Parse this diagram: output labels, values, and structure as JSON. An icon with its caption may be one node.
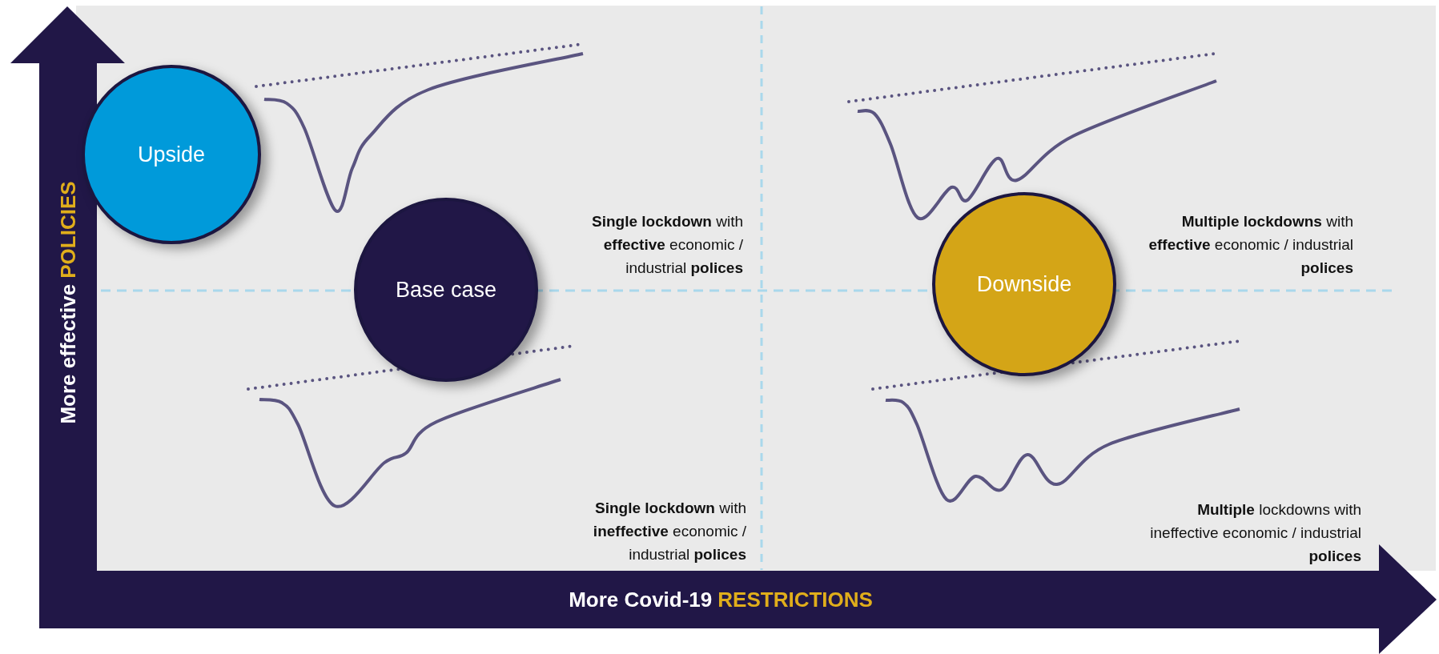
{
  "diagram": {
    "nodes": [
      {
        "text": [
          "Upside"
        ]
      },
      {
        "text": [
          "Base case"
        ]
      },
      {
        "text": [
          "Downside"
        ]
      }
    ],
    "labels": [
      "More effective",
      "POLICIES",
      "**Single lockdown** with **effective** economic / industrial **polices**",
      "**Multiple lockdowns** with **effective** economic / industrial **polices**",
      "**Single lockdown** with **ineffective** economic / industrial **polices**",
      "**Multiple** lockdowns with ineffective economic / industrial **polices**",
      "More Covid-19",
      "RESTRICTIONS"
    ]
  }
}
